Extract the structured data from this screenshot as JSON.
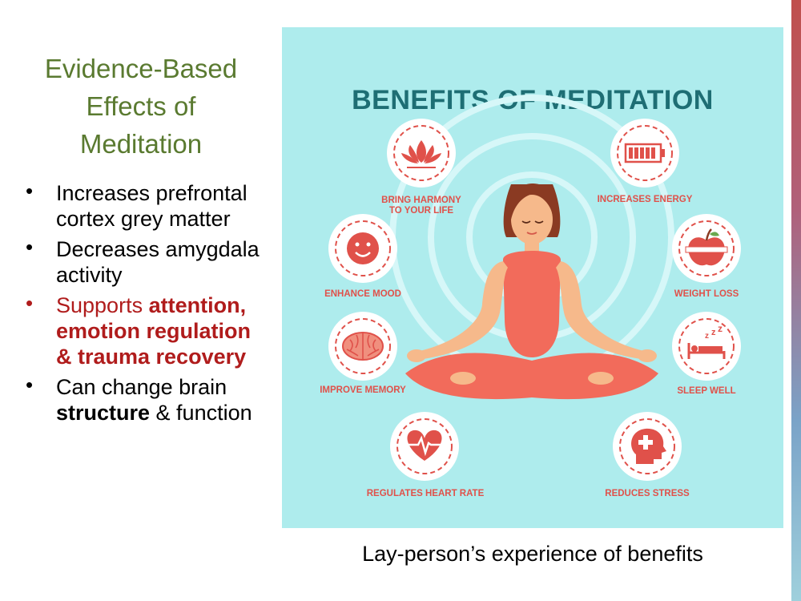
{
  "slide": {
    "title": "Evidence-Based Effects of Meditation",
    "bullets": [
      {
        "plain": "Increases prefrontal cortex grey matter"
      },
      {
        "plain": "Decreases amygdala activity"
      },
      {
        "lead": "Supports",
        "bold": "attention, emotion regulation & trauma recovery"
      },
      {
        "lead": "Can change brain",
        "bold": "structure",
        "tail": "& function"
      }
    ],
    "bullet_symbol": "•",
    "caption": "Lay-person’s experience of benefits"
  },
  "infographic": {
    "title": "BENEFITS OF MEDITATION",
    "benefits": {
      "harmony_line1": "BRING HARMONY",
      "harmony_line2": "TO YOUR LIFE",
      "energy": "INCREASES ENERGY",
      "mood": "ENHANCE MOOD",
      "weight": "WEIGHT LOSS",
      "memory": "IMPROVE MEMORY",
      "sleep": "SLEEP WELL",
      "heart": "REGULATES HEART RATE",
      "stress": "REDUCES STRESS"
    },
    "icons": [
      "lotus-icon",
      "battery-icon",
      "smiley-icon",
      "apple-tape-icon",
      "brain-icon",
      "bed-sleep-icon",
      "heart-pulse-icon",
      "head-plus-icon"
    ],
    "colors": {
      "panel_bg": "#aeeced",
      "accent": "#e0514a",
      "title": "#1e6e74",
      "figure": "#f26b5b",
      "skin": "#f6b98b",
      "hair": "#8a3a22"
    }
  }
}
